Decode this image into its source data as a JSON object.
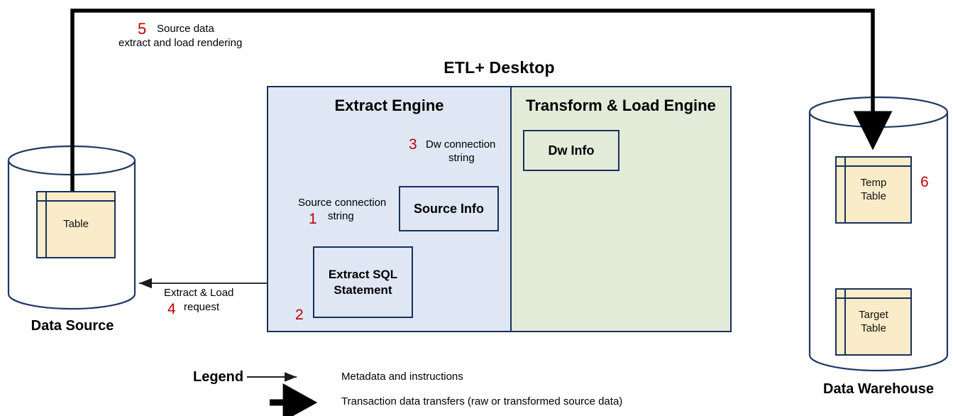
{
  "diagram": {
    "title": "ETL+ Desktop",
    "engines": {
      "extract": "Extract Engine",
      "transform_load": "Transform & Load Engine"
    },
    "boxes": {
      "dw_info": "Dw Info",
      "source_info": "Source Info",
      "extract_sql": "Extract SQL\nStatement",
      "extract_sql_line1": "Extract SQL",
      "extract_sql_line2": "Statement"
    },
    "data_source": {
      "name": "Data Source",
      "table": "Table"
    },
    "data_warehouse": {
      "name": "Data Warehouse",
      "temp_table_line1": "Temp",
      "temp_table_line2": "Table",
      "target_table_line1": "Target",
      "target_table_line2": "Table"
    },
    "steps": [
      {
        "number": "1",
        "line1": "Source connection",
        "line2": "string"
      },
      {
        "number": "2",
        "line1": "",
        "line2": ""
      },
      {
        "number": "3",
        "line1": "Dw connection",
        "line2": "string"
      },
      {
        "number": "4",
        "line1": "Extract & Load",
        "line2": "request"
      },
      {
        "number": "5",
        "line1": "Source data",
        "line2": "extract and load rendering"
      },
      {
        "number": "6",
        "line1": "",
        "line2": ""
      }
    ],
    "legend": {
      "title": "Legend",
      "items": [
        {
          "label": "Metadata and instructions",
          "style": "thin-arrow"
        },
        {
          "label": "Transaction data transfers (raw or transformed  source data)",
          "style": "thick-arrow"
        }
      ]
    },
    "colors": {
      "extract_panel": "#dee7f3",
      "transform_panel": "#e3ecd9",
      "table_fill": "#fbecc9",
      "border": "#18305c",
      "number_red": "#c00000"
    }
  }
}
